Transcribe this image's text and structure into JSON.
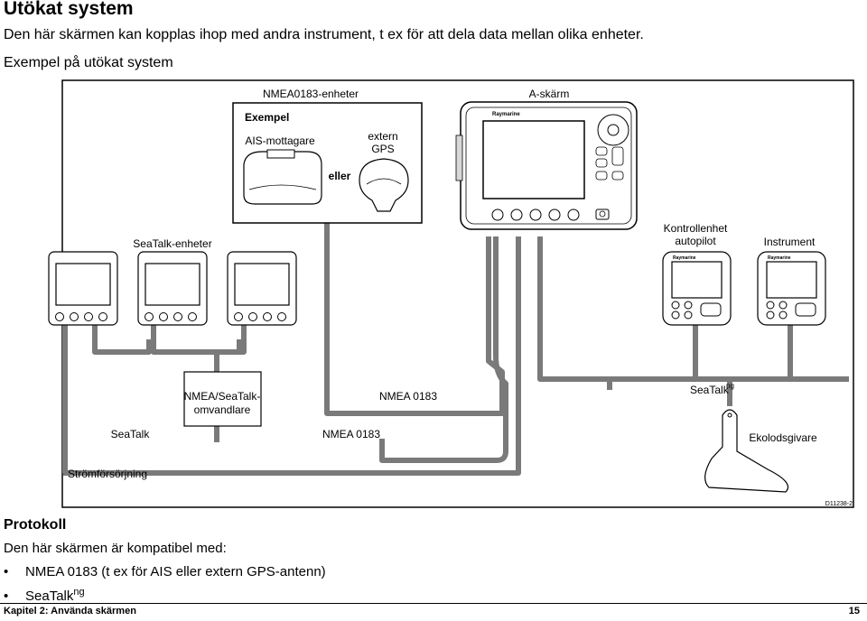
{
  "title": "Utökat system",
  "intro": "Den här skärmen kan kopplas ihop med andra instrument, t ex för att dela data mellan olika enheter.",
  "example_heading": "Exempel på utökat system",
  "diagram": {
    "nmea_units": "NMEA0183-enheter",
    "a_display": "A-skärm",
    "example": "Exempel",
    "ais": "AIS-mottagare",
    "ext_gps_1": "extern",
    "ext_gps_2": "GPS",
    "or": "eller",
    "seatalk_units": "SeaTalk-enheter",
    "autopilot_1": "Kontrollenhet",
    "autopilot_2": "autopilot",
    "instrument": "Instrument",
    "converter_1": "NMEA/SeaTalk-",
    "converter_2": "omvandlare",
    "nmea_upper": "NMEA 0183",
    "seatalkng": "SeaTalk",
    "seatalkng_sup": "ng",
    "seatalk": "SeaTalk",
    "nmea_lower": "NMEA 0183",
    "transducer": "Ekolodsgivare",
    "power": "Strömförsörjning",
    "code": "D11238-2",
    "brand": "Raymarine"
  },
  "protocol_heading": "Protokoll",
  "protocol_intro": "Den här skärmen är kompatibel med:",
  "protocol_items": {
    "item1": "NMEA 0183 (t ex för AIS eller extern GPS-antenn)",
    "item2": "SeaTalk",
    "item2_sup": "ng"
  },
  "footer": {
    "chapter": "Kapitel 2: Använda skärmen",
    "page": "15"
  }
}
